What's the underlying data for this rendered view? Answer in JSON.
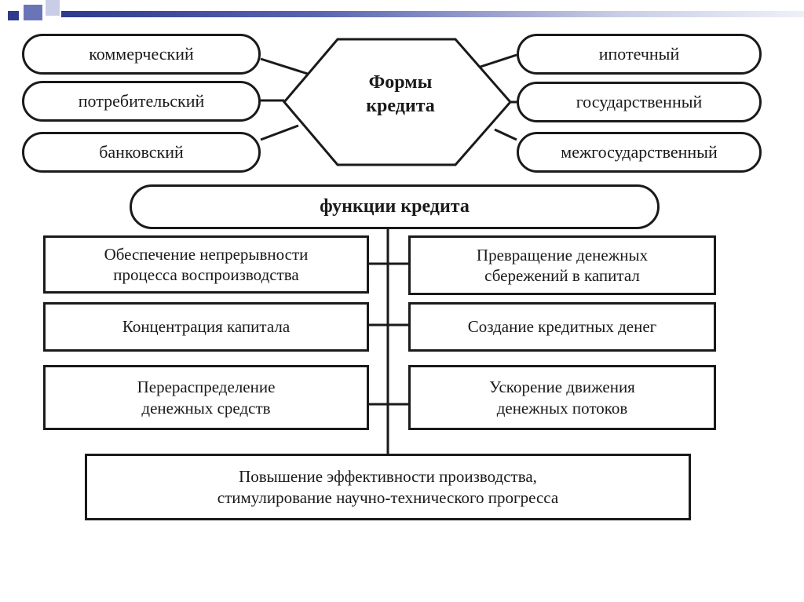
{
  "colors": {
    "line": "#1a1a1a",
    "accent_dark": "#2e3a8c",
    "accent_light": "#c9cde6"
  },
  "forms": {
    "title": "Формы\nкредита",
    "left": [
      "коммерческий",
      "потребительский",
      "банковский"
    ],
    "right": [
      "ипотечный",
      "государственный",
      "межгосударственный"
    ]
  },
  "functions": {
    "title": "функции кредита",
    "left": [
      "Обеспечение непрерывности\nпроцесса воспроизводства",
      "Концентрация капитала",
      "Перераспределение\nденежных средств"
    ],
    "right": [
      "Превращение денежных\nсбережений в капитал",
      "Создание кредитных денег",
      "Ускорение движения\nденежных потоков"
    ],
    "bottom": "Повышение эффективности производства,\nстимулирование научно-технического прогресса"
  }
}
